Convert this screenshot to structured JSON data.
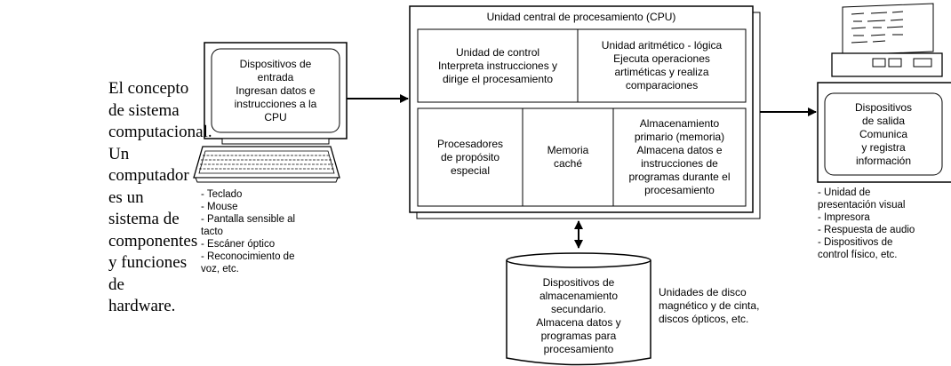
{
  "caption": "El concepto de sistema computacional. Un computador es un sistema de componentes y funciones de hardware.",
  "input": {
    "screen_text": "Dispositivos de\nentrada\nIngresan datos e\ninstrucciones a la\nCPU",
    "examples": [
      "- Teclado",
      "- Mouse",
      "- Pantalla sensible al\n  tacto",
      "- Escáner óptico",
      "- Reconocimiento de\n  voz, etc."
    ]
  },
  "cpu": {
    "title": "Unidad central de procesamiento (CPU)",
    "control": "Unidad de control\nInterpreta instrucciones y\ndirige el procesamiento",
    "alu": "Unidad aritmético - lógica\nEjecuta operaciones\nartiméticas y realiza\ncomparaciones",
    "special": "Procesadores\nde propósito\nespecial",
    "cache": "Memoria\ncaché",
    "primary": "Almacenamiento\nprimario (memoria)\nAlmacena datos e\ninstrucciones de\nprogramas durante el\nprocesamiento"
  },
  "storage": {
    "text": "Dispositivos de\nalmacenamiento\nsecundario.\nAlmacena datos y\nprogramas para\nprocesamiento",
    "examples": "Unidades de disco\nmagnético y de cinta,\ndiscos ópticos, etc."
  },
  "output": {
    "screen_text": "Dispositivos\nde salida\nComunica\ny registra\ninformación",
    "examples": [
      "- Unidad de\n  presentación visual",
      "- Impresora",
      "- Respuesta de audio",
      "- Dispositivos de\n  control físico, etc."
    ]
  }
}
